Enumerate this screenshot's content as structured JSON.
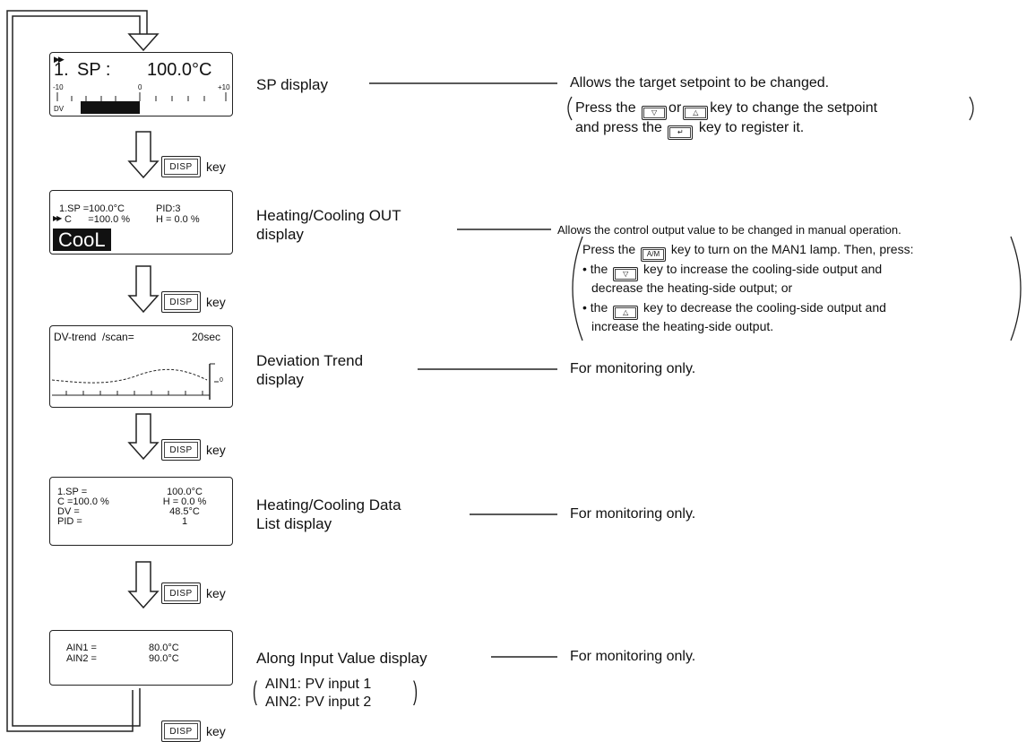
{
  "disp_key": {
    "key_text": "DISP",
    "label": "key"
  },
  "screens": {
    "sp": {
      "line1_num": "1.",
      "line1_label": "SP :",
      "line1_value": "100.0°C",
      "scale_min": "-10",
      "scale_mid": "0",
      "scale_max": "+10",
      "bar_label": "DV"
    },
    "out": {
      "line1": "1.SP =100.0°C",
      "line1_right": "PID:3",
      "line2": "C      =100.0 %",
      "line2_right": "H = 0.0 %",
      "big": "CooL"
    },
    "trend": {
      "title": "DV-trend  /scan=",
      "scan": "20sec",
      "zero": "0"
    },
    "list": {
      "rows": [
        {
          "label": "1.SP =",
          "value": "100.0°C"
        },
        {
          "label": "C =100.0 %",
          "value": "H =   0.0 %"
        },
        {
          "label": "DV   =",
          "value": "48.5°C"
        },
        {
          "label": "PID  =",
          "value": "1"
        }
      ]
    },
    "ain": {
      "rows": [
        {
          "label": "AIN1 =",
          "value": "80.0°C"
        },
        {
          "label": "AIN2 =",
          "value": "90.0°C"
        }
      ]
    }
  },
  "titles": {
    "sp": "SP display",
    "out_1": "Heating/Cooling OUT",
    "out_2": "display",
    "trend_1": "Deviation Trend",
    "trend_2": "display",
    "list_1": "Heating/Cooling Data",
    "list_2": "List display",
    "ain": "Along Input Value display",
    "ain_note_1": "AIN1: PV input 1",
    "ain_note_2": "AIN2: PV input 2"
  },
  "descriptions": {
    "sp_main": "Allows the target setpoint to be changed.",
    "sp_l1_a": "Press the",
    "sp_l1_b": "or",
    "sp_l1_c": "key to change the setpoint",
    "sp_l2_a": "and press the",
    "sp_l2_b": "key to register it.",
    "out_main": "Allows the control output value to be changed in manual operation.",
    "out_l1_a": "Press the",
    "out_l1_key": "A/M",
    "out_l1_b": "key to turn on the MAN1 lamp. Then, press:",
    "out_l2_a": "• the",
    "out_l2_b": "key to increase the cooling-side output and",
    "out_l3": "decrease the heating-side output; or",
    "out_l4_a": "• the",
    "out_l4_b": "key to decrease the cooling-side output and",
    "out_l5": "increase the heating-side output.",
    "trend_main": "For monitoring only.",
    "list_main": "For monitoring only.",
    "ain_main": "For monitoring only."
  }
}
